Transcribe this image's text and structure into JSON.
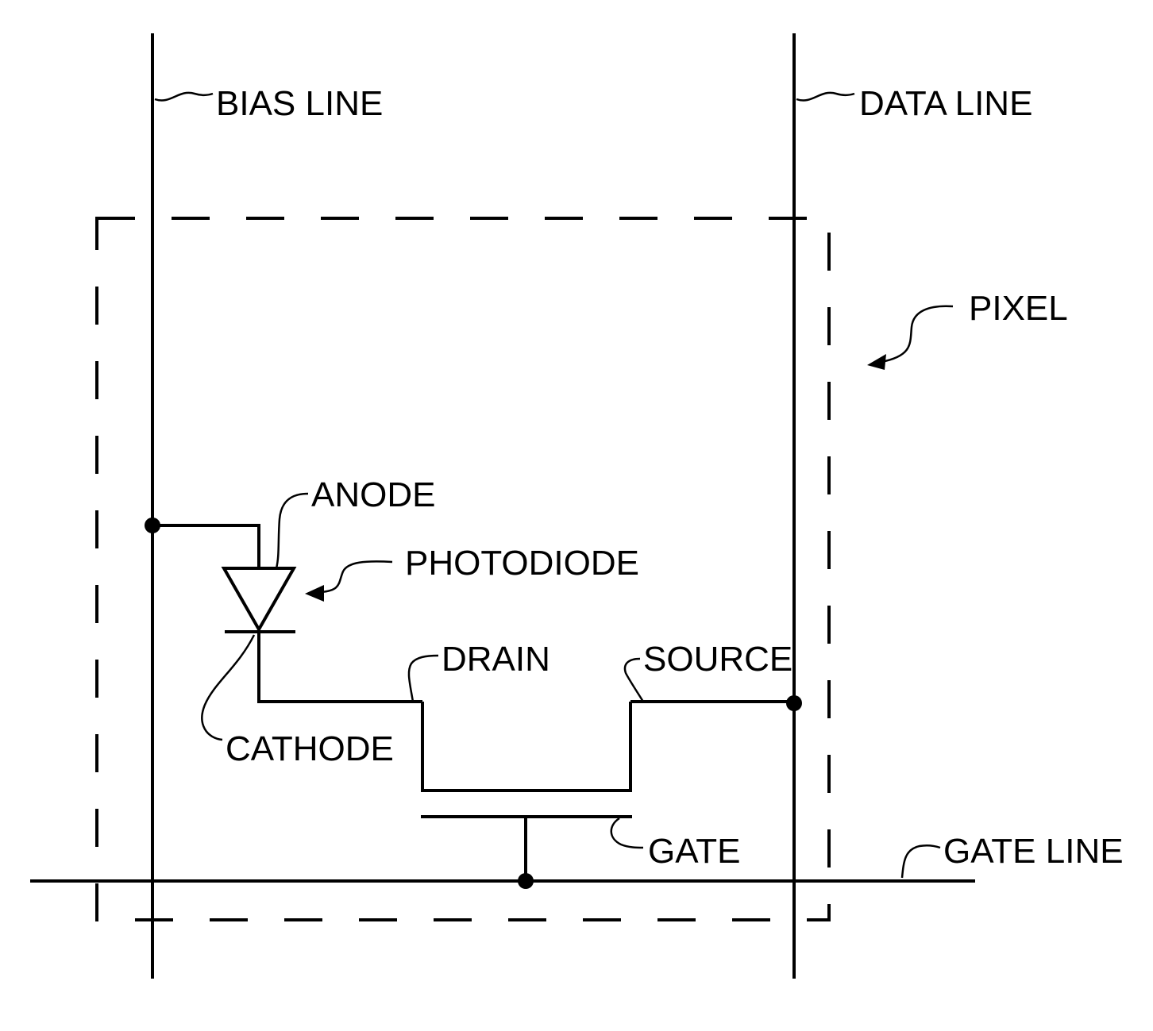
{
  "labels": {
    "bias_line": "BIAS LINE",
    "data_line": "DATA LINE",
    "pixel": "PIXEL",
    "anode": "ANODE",
    "photodiode": "PHOTODIODE",
    "drain": "DRAIN",
    "source": "SOURCE",
    "cathode": "CATHODE",
    "gate": "GATE",
    "gate_line": "GATE LINE"
  }
}
